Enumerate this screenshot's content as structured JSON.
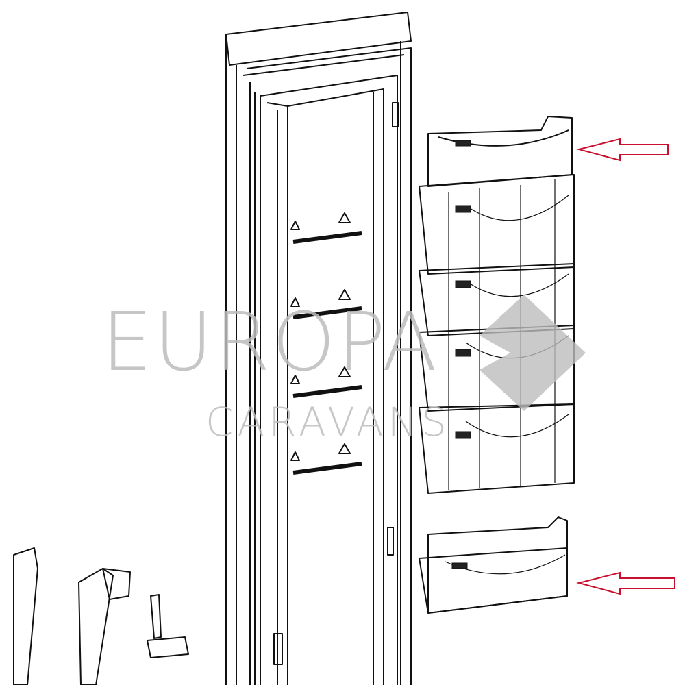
{
  "watermark": {
    "line1": "EUROPA",
    "line2": "CARAVANS",
    "color": "#bdbdbd"
  },
  "annotations": {
    "arrow_color": "#c8102e",
    "arrows": [
      "points-to-top-door-bin",
      "points-to-bottom-door-bin"
    ]
  }
}
